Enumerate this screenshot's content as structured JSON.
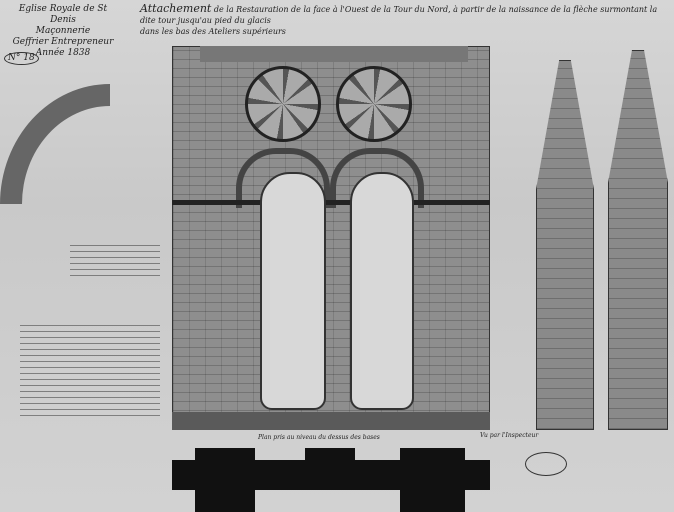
{
  "header": {
    "institution": "Eglise Royale de St Denis",
    "trade": "Maçonnerie",
    "contractor": "Geffrier Entrepreneur",
    "year": "Année 1838",
    "sheet_number": "N° 18",
    "title_lead": "Attachement",
    "title_rest": "de la Restauration de la face à l'Ouest de la Tour du Nord, à partir de la naissance de la flèche surmontant la dite tour jusqu'au pied du glacis",
    "title_line2": "dans les bas des Ateliers supérieurs"
  },
  "plan": {
    "caption": "Plan pris au niveau du dessus des bases"
  },
  "signatures": {
    "text": "Vu par l'Inspecteur"
  }
}
